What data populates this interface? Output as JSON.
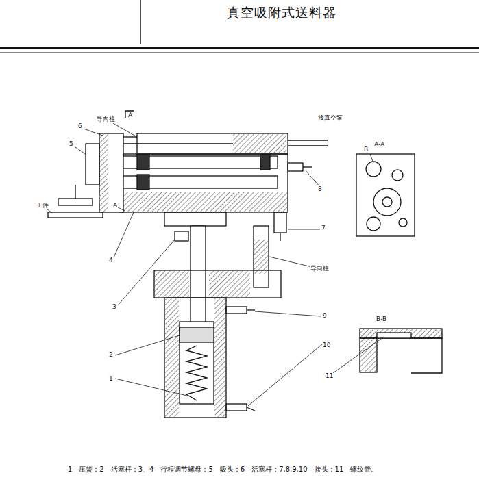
{
  "diagram": {
    "title": "真空吸附式送料器",
    "caption": "1—压簧；2—活塞杆；3、4—行程调节螺母；5—吸头；6—活塞杆；7,8,9,10—接头；11—螺纹管。",
    "labels": [
      "6",
      "5",
      "导向柱",
      "接真空泵",
      "A",
      "A",
      "工件",
      "8",
      "7",
      "导向柱",
      "4",
      "3",
      "2",
      "1",
      "9",
      "10",
      "A-A",
      "B",
      "B-B",
      "11"
    ]
  }
}
